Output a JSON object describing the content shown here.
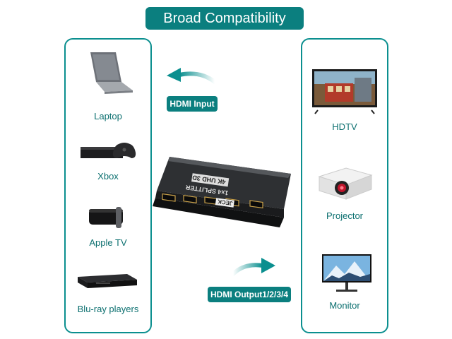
{
  "title": "Broad Compatibility",
  "input_tag": "HDMI Input",
  "output_tag": "HDMI Output1/2/3/4",
  "left_devices": [
    "Laptop",
    "Xbox",
    "Apple TV",
    "Blu-ray players"
  ],
  "right_devices": [
    "HDTV",
    "Projector",
    "Monitor"
  ],
  "splitter": {
    "label_brand": "JECK",
    "label_model": "1x4 SPLITTER",
    "label_spec": "4K UHD 3D"
  },
  "colors": {
    "accent": "#0b7f7f",
    "border": "#0b8f8f"
  }
}
